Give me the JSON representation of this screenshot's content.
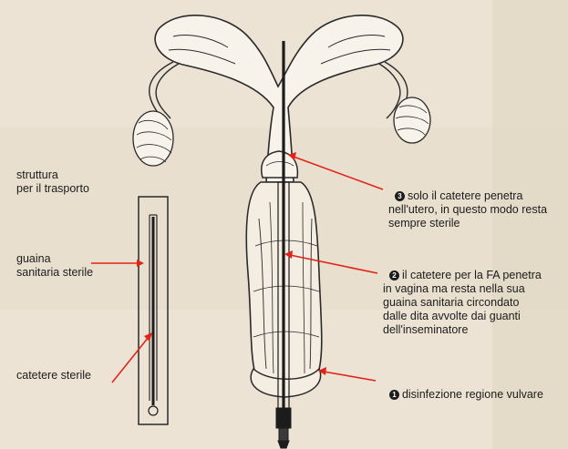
{
  "labels": {
    "transport": "struttura\nper il trasporto",
    "sheath": "guaina\nsanitaria sterile",
    "catheter": "catetere sterile",
    "step3_num": "3",
    "step3_text": "solo il catetere penetra\nnell'utero, in questo modo resta\nsempre sterile",
    "step2_num": "2",
    "step2_text": "il catetere per la FA penetra\nin vagina ma resta nella sua\nguaina sanitaria circondato\ndalle dita avvolte dai guanti\ndell'inseminatore",
    "step1_num": "1",
    "step1_text": "disinfezione regione vulvare"
  },
  "colors": {
    "arrow": "#e2231a",
    "ink": "#1c1c1c",
    "paper": "#ece3d4"
  }
}
